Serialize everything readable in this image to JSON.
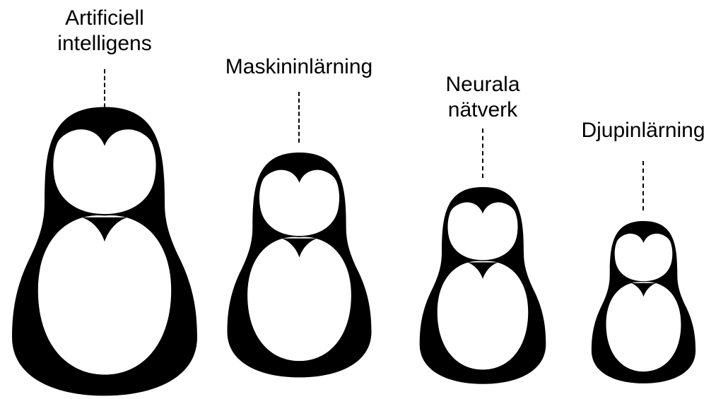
{
  "diagram": {
    "dolls": [
      {
        "label_lines": [
          "Artificiell",
          "intelligens"
        ]
      },
      {
        "label_lines": [
          "Maskininlärning"
        ]
      },
      {
        "label_lines": [
          "Neurala",
          "nätverk"
        ]
      },
      {
        "label_lines": [
          "Djupinlärning"
        ]
      }
    ],
    "colors": {
      "doll": "#000000",
      "face": "#ffffff",
      "text": "#000000"
    }
  }
}
